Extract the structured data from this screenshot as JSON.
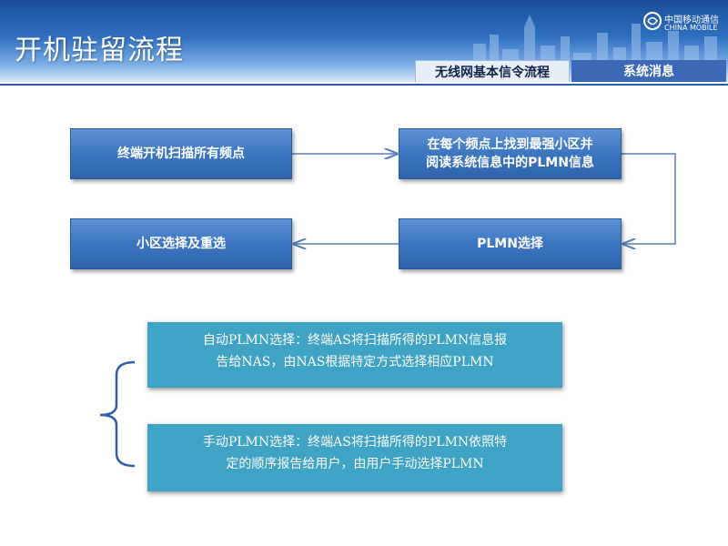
{
  "slide": {
    "title": "开机驻留流程",
    "logo": {
      "cn": "中国移动通信",
      "en": "CHINA MOBILE"
    },
    "tabs": [
      {
        "label": "无线网基本信令流程"
      },
      {
        "label": "系统消息"
      }
    ]
  },
  "flow": {
    "step1": "终端开机扫描所有频点",
    "step2_line1": "在每个频点上找到最强小区并",
    "step2_line2": "阅读系统信息中的PLMN信息",
    "step3": "PLMN选择",
    "step4": "小区选择及重选"
  },
  "notes": {
    "auto_line1": "自动PLMN选择：终端AS将扫描所得的PLMN信息报",
    "auto_line2": "告给NAS，由NAS根据特定方式选择相应PLMN",
    "manual_line1": "手动PLMN选择：终端AS将扫描所得的PLMN依照特",
    "manual_line2": "定的顺序报告给用户，由用户手动选择PLMN"
  },
  "colors": {
    "box_blue": "#3f78c2",
    "note_teal": "#3ea3c4",
    "header_blue": "#2e6fc0",
    "connector": "#5a7fb5"
  }
}
